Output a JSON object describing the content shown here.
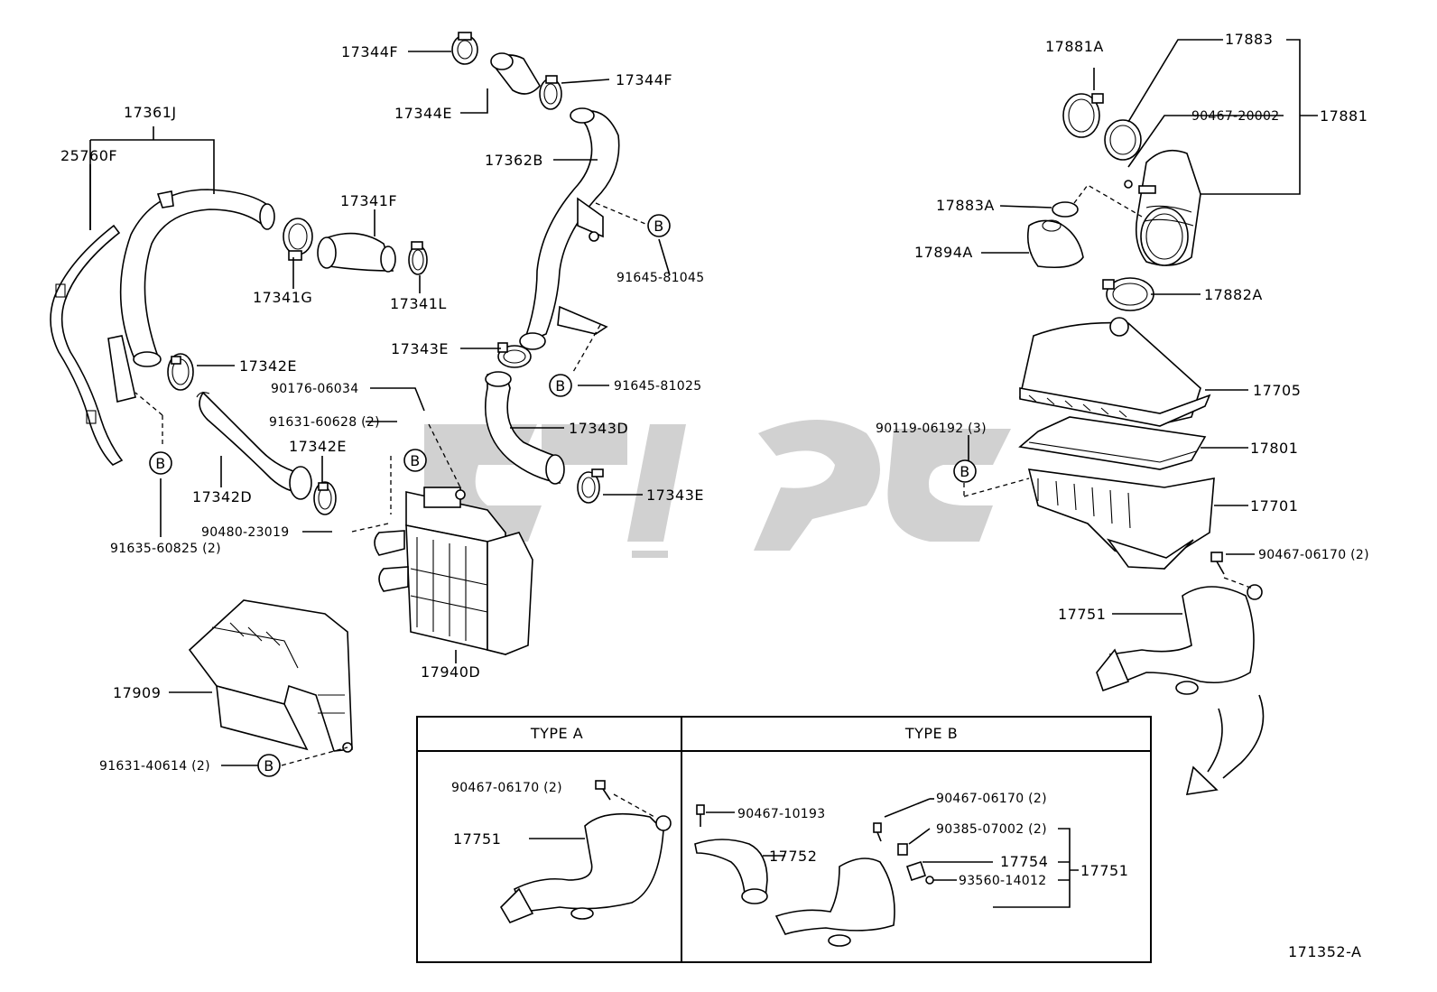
{
  "labels": {
    "p17344F_a": "17344F",
    "p17344F_b": "17344F",
    "p17344E": "17344E",
    "p17361J": "17361J",
    "p25760F": "25760F",
    "p17362B": "17362B",
    "p17341F": "17341F",
    "p17341G": "17341G",
    "p17341L": "17341L",
    "p91645_81045": "91645-81045",
    "p17343E_a": "17343E",
    "p91645_81025": "91645-81025",
    "p17342E_a": "17342E",
    "p90176_06034": "90176-06034",
    "p91631_60628": "91631-60628 (2)",
    "p17342E_b": "17342E",
    "p17343D": "17343D",
    "p17342D": "17342D",
    "p17343E_b": "17343E",
    "p90480_23019": "90480-23019",
    "p91635_60825": "91635-60825 (2)",
    "p17940D": "17940D",
    "p17909": "17909",
    "p91631_40614": "91631-40614 (2)",
    "p17881A": "17881A",
    "p17883": "17883",
    "p90467_20002": "90467-20002",
    "p17881": "17881",
    "p17883A": "17883A",
    "p17894A": "17894A",
    "p17882A": "17882A",
    "p17705": "17705",
    "p90119_06192": "90119-06192 (3)",
    "p17801": "17801",
    "p17701": "17701",
    "p90467_06170_r": "90467-06170 (2)",
    "p17751_r": "17751",
    "typeA_title": "TYPE A",
    "typeB_title": "TYPE B",
    "tA_90467_06170": "90467-06170 (2)",
    "tA_17751": "17751",
    "tB_90467_10193": "90467-10193",
    "tB_17752": "17752",
    "tB_90467_06170": "90467-06170 (2)",
    "tB_90385_07002": "90385-07002 (2)",
    "tB_17754": "17754",
    "tB_17751": "17751",
    "tB_93560_14012": "93560-14012",
    "ref_code": "171352-A"
  },
  "callout_letter": "B",
  "watermark_color": "#c9c9c9"
}
